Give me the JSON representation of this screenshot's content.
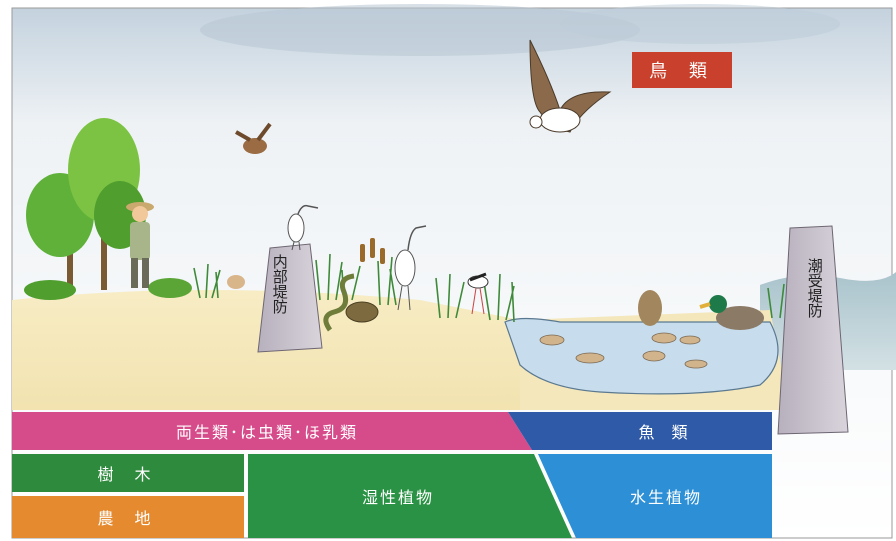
{
  "labels": {
    "birds": "鳥 類",
    "inner_levee": "内部堤防",
    "tidal_levee": "潮受堤防"
  },
  "habitat_bands": {
    "amphibians_reptiles_mammals": "両生類･は虫類･ほ乳類",
    "fish": "魚 類",
    "trees": "樹 木",
    "farmland": "農 地",
    "wetland_plants": "湿性植物",
    "aquatic_plants": "水生植物"
  },
  "colors": {
    "birds": "#c9412c",
    "amphibians": "#d64b8a",
    "fish": "#2f5aa8",
    "trees": "#2e8b3d",
    "farmland": "#e58a2e",
    "wetland": "#2a9244",
    "aquatic": "#2d8fd6"
  }
}
